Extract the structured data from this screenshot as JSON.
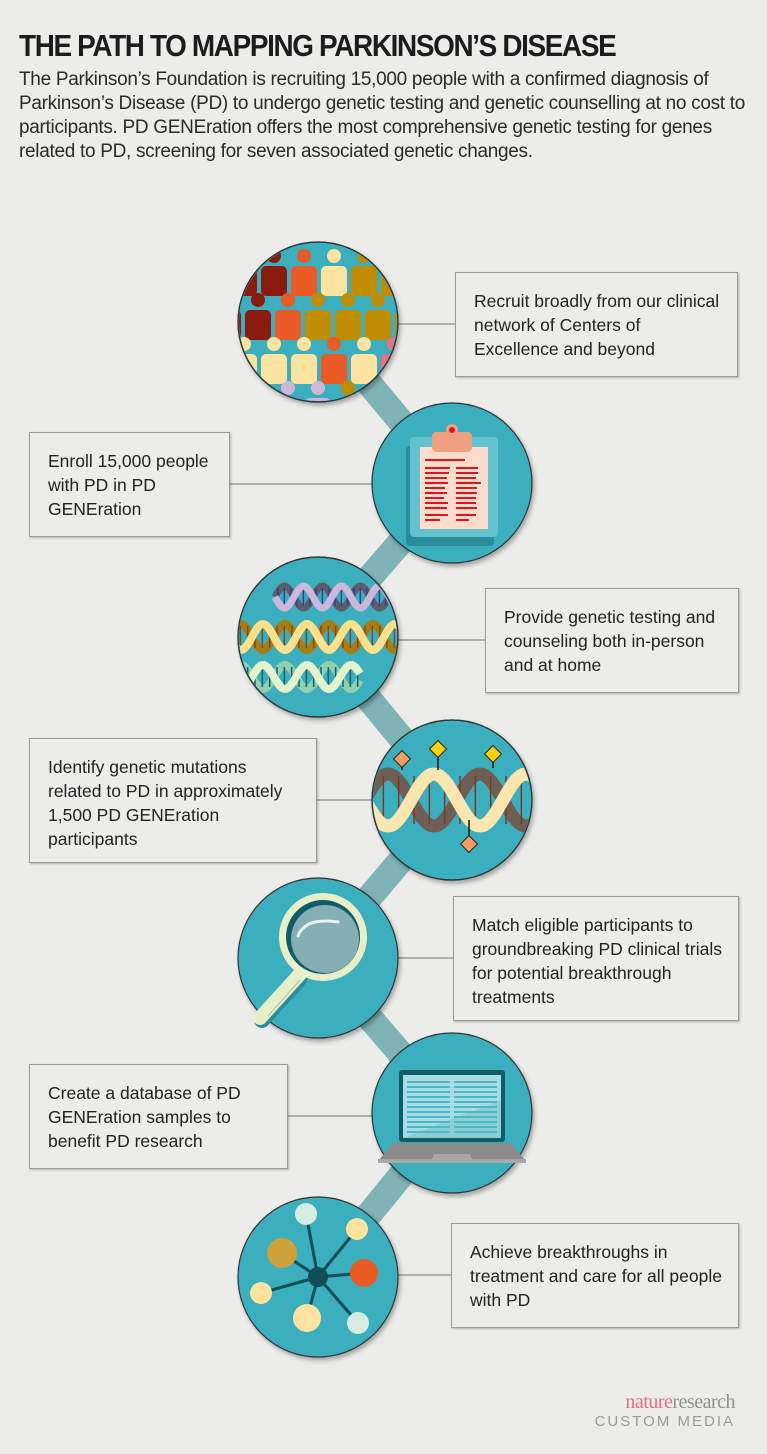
{
  "header": {
    "title": "THE PATH TO MAPPING PARKINSON’S DISEASE",
    "intro": "The Parkinson’s Foundation is recruiting 15,000 people with a confirmed diagnosis of Parkinson’s Disease (PD) to undergo genetic testing and genetic counselling at no cost to participants. PD GENEration offers the most comprehensive genetic testing for genes related to PD, screening for seven associated genetic changes."
  },
  "colors": {
    "background": "#ececea",
    "circle_fill": "#3aafbd",
    "connector": "#7fb3b6",
    "text": "#222222"
  },
  "steps": [
    {
      "icon": "people-crowd-icon",
      "text": "Recruit broadly from our clinical network of Centers of Excellence and beyond",
      "side": "right"
    },
    {
      "icon": "clipboard-icon",
      "text": "Enroll 15,000 people with PD in PD GENEration",
      "side": "left"
    },
    {
      "icon": "dna-strands-icon",
      "text": "Provide genetic testing and counseling both in-person and at home",
      "side": "right"
    },
    {
      "icon": "dna-mutation-icon",
      "text": "Identify genetic mutations related to PD in approximately 1,500 PD GENEration participants",
      "side": "left"
    },
    {
      "icon": "magnifying-glass-icon",
      "text": "Match eligible participants to groundbreaking PD clinical trials for potential breakthrough treatments",
      "side": "right"
    },
    {
      "icon": "laptop-icon",
      "text": "Create a database of PD GENEration samples to benefit PD research",
      "side": "left"
    },
    {
      "icon": "network-icon",
      "text": "Achieve breakthroughs in treatment and care for all people with PD",
      "side": "right"
    }
  ],
  "footer": {
    "logo_nature": "nature",
    "logo_research": "research",
    "logo_sub": "CUSTOM MEDIA"
  }
}
